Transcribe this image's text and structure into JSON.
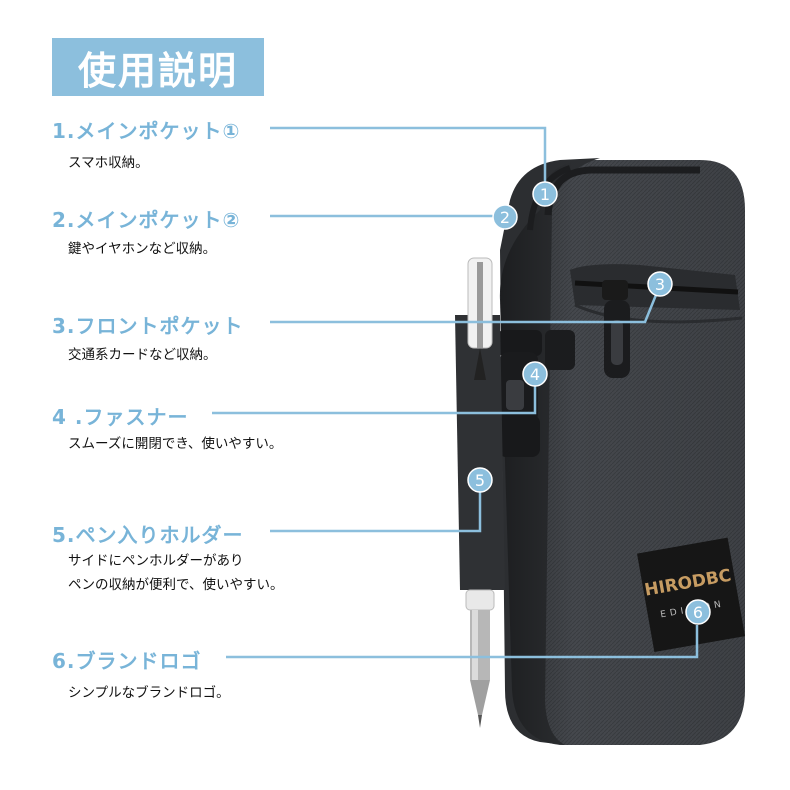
{
  "title": "使用説明",
  "brand": {
    "logo_line1": "HIRODBC",
    "logo_line2": "EDITION"
  },
  "features": [
    {
      "heading": "1.メインポケット①",
      "desc": [
        "スマホ収納。"
      ],
      "badge": "1"
    },
    {
      "heading": "2.メインポケット②",
      "desc": [
        "鍵やイヤホンなど収納。"
      ],
      "badge": "2"
    },
    {
      "heading": "3.フロントポケット",
      "desc": [
        "交通系カードなど収納。"
      ],
      "badge": "3"
    },
    {
      "heading": "4 .ファスナー",
      "desc": [
        "スムーズに開閉でき、使いやすい。"
      ],
      "badge": "4"
    },
    {
      "heading": "5.ペン入りホルダー",
      "desc": [
        "サイドにペンホルダーがあり",
        "ペンの収納が便利で、使いやすい。"
      ],
      "badge": "5"
    },
    {
      "heading": "6.ブランドロゴ",
      "desc": [
        "シンプルなブランドロゴ。"
      ],
      "badge": "6"
    }
  ],
  "colors": {
    "accent": "#8cbfdd",
    "heading": "#78b4d8",
    "line": "#8cbfdd",
    "bag": "#3f4247",
    "badge": "#8cbfdd"
  }
}
